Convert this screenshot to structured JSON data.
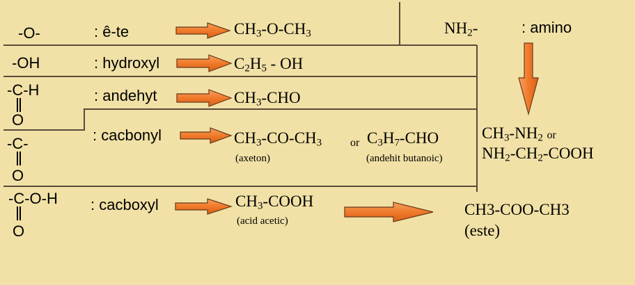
{
  "groups": {
    "ether": "-O-",
    "hydroxyl": "-OH",
    "aldehyde": {
      "top": "-C-H",
      "bottom": "O"
    },
    "carbonyl": {
      "top": "-C-",
      "bottom": "O"
    },
    "carboxyl": {
      "top": "-C-O-H",
      "bottom": "O"
    },
    "amino": "NH",
    "amino_sub": "2",
    "amino_suffix": "-"
  },
  "labels": {
    "ether": ": ê-te",
    "hydroxyl": ": hydroxyl",
    "aldehyde": ": andehyt",
    "carbonyl": ": cacbonyl",
    "carboxyl": ": cacboxyl",
    "amino": ": amino"
  },
  "formulas": {
    "ether": {
      "a": "CH",
      "a_sub": "3",
      "b": "-O-CH",
      "b_sub": "3"
    },
    "alcohol": {
      "a": "C",
      "a_sub": "2",
      "b": "H",
      "b_sub": "5",
      "c": " - OH"
    },
    "aldehyde": {
      "a": "CH",
      "a_sub": "3",
      "b": "-CHO"
    },
    "ketone": {
      "a": "CH",
      "a_sub": "3",
      "b": "-CO-CH",
      "b_sub": "3"
    },
    "or_word": "or",
    "butanal": {
      "a": "C",
      "a_sub": "3",
      "b": "H",
      "b_sub": "7",
      "c": "-CHO"
    },
    "acid": {
      "a": "CH",
      "a_sub": "3",
      "b": "-COOH"
    },
    "ester": "CH3-COO-CH3",
    "amine": {
      "a": "CH",
      "a_sub": "3",
      "b": "-NH",
      "b_sub": "2",
      "or_word": "or"
    },
    "glycine": {
      "a": "NH",
      "a_sub": "2",
      "b": "-CH",
      "b_sub": "2",
      "c": "-COOH"
    }
  },
  "notes": {
    "acetone": "(axeton)",
    "butanal": "(andehit butanoic)",
    "acetic": "(acid acetic)",
    "ester": "(este)"
  },
  "colors": {
    "background": "#f1e1a6",
    "arrow": "#f07a2a",
    "line": "#5a4a3a"
  }
}
